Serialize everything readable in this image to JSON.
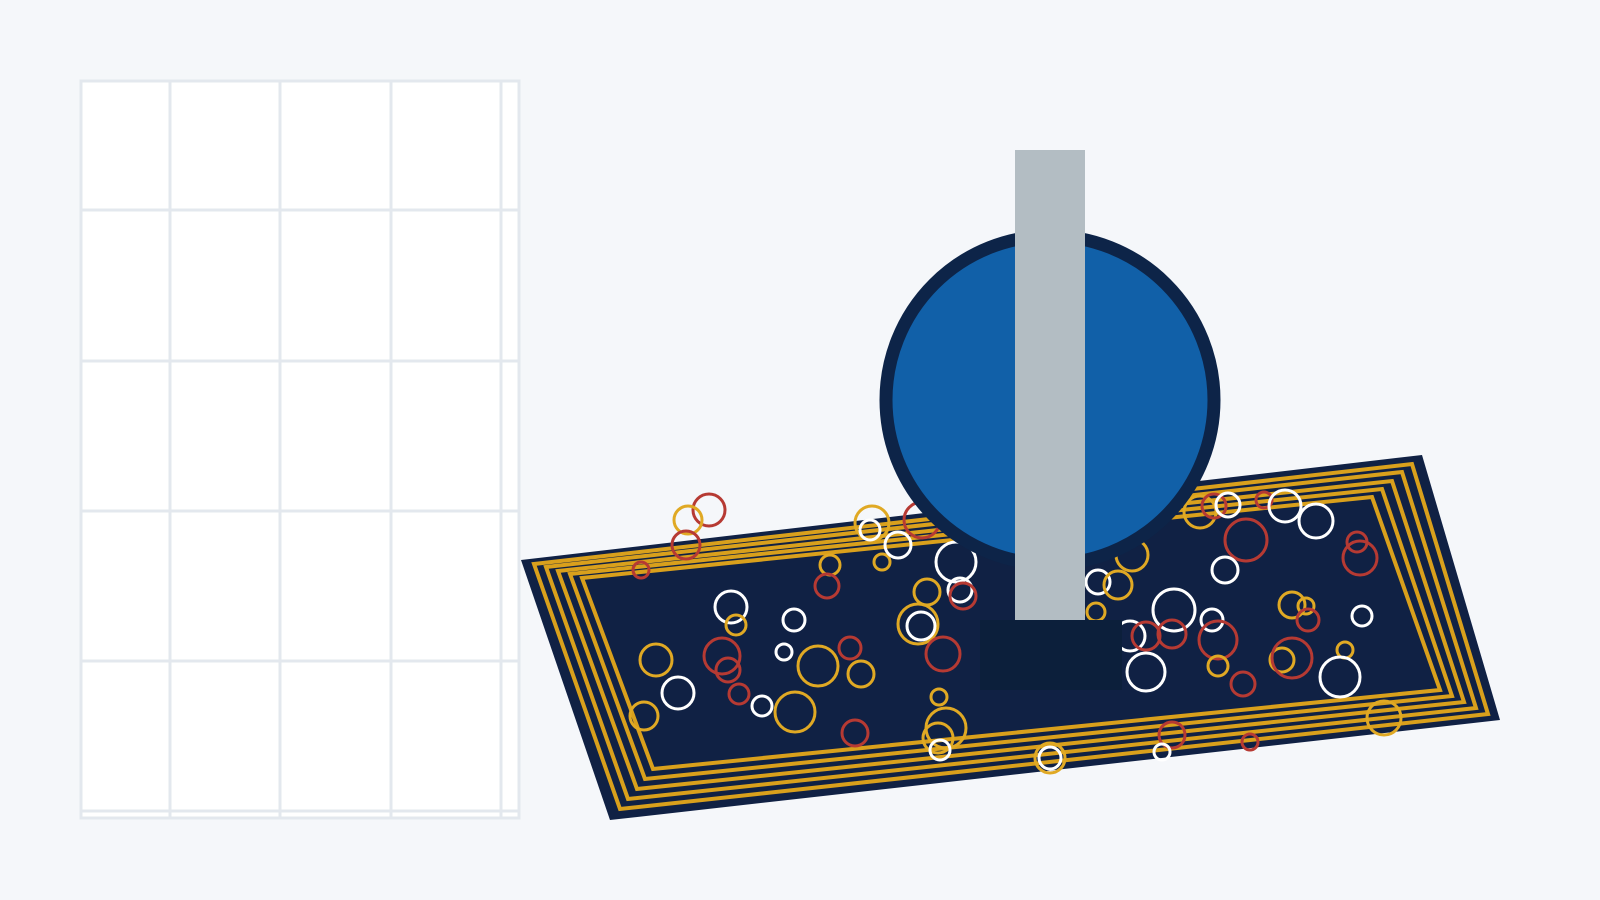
{
  "colors": {
    "background": "#f5f7fa",
    "grid_fill": "#ffffff",
    "grid_line": "#e3e8ee",
    "panel": "#102144",
    "panel_border": "#d9a01c",
    "ring_red": "#b63a33",
    "ring_gold": "#e0a924",
    "ring_white": "#ffffff",
    "disc_fill": "#1160a8",
    "disc_rim": "#0d2448",
    "bar": "#b3bdc3",
    "base_block": "#0c1f3b"
  },
  "grid": {
    "rows": 5,
    "columns": 4
  },
  "icons": {
    "panel": "patterned-mat",
    "disc": "circle",
    "bar": "vertical-bar",
    "block": "base-block"
  }
}
